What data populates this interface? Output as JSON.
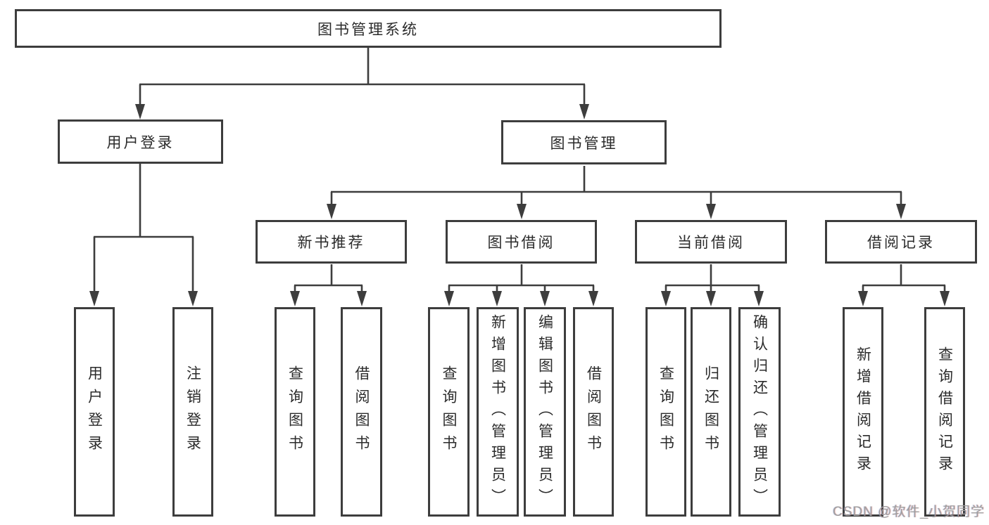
{
  "tree": {
    "root": "图书管理系统",
    "branches": [
      {
        "label": "用户登录",
        "leaves": [
          "用户登录",
          "注销登录"
        ]
      },
      {
        "label": "图书管理",
        "groups": [
          {
            "label": "新书推荐",
            "leaves": [
              "查询图书",
              "借阅图书"
            ]
          },
          {
            "label": "图书借阅",
            "leaves": [
              "查询图书",
              "新增图书（管理员）",
              "编辑图书（管理员）",
              "借阅图书"
            ]
          },
          {
            "label": "当前借阅",
            "leaves": [
              "查询图书",
              "归还图书",
              "确认归还（管理员）"
            ]
          },
          {
            "label": "借阅记录",
            "leaves": [
              "新增借阅记录",
              "查询借阅记录"
            ]
          }
        ]
      }
    ]
  },
  "watermark": "CSDN @软件_小贺同学",
  "colors": {
    "line": "#3d3d3d",
    "box_border": "#3d3d3d",
    "text": "#2b2b2b",
    "background": "#ffffff",
    "watermark": "#9f9f9f"
  }
}
